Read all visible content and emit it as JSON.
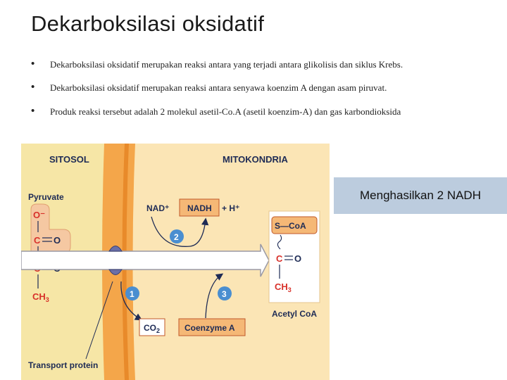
{
  "slide": {
    "title": "Dekarboksilasi oksidatif",
    "bullets": [
      "Dekarboksilasi oksidatif merupakan reaksi antara yang terjadi antara glikolisis dan siklus Krebs.",
      "Dekarboksilasi oksidatif merupakan reaksi antara senyawa koenzim A dengan asam piruvat.",
      "Produk reaksi tersebut adalah 2 molekul asetil-Co.A (asetil koenzim-A) dan gas karbondioksida"
    ],
    "bullet_marker": "•"
  },
  "diagram": {
    "sitosol": "SITOSOL",
    "mitokondria": "MITOKONDRIA",
    "pyruvate": "Pyruvate",
    "pyr_o_minus": "O⁻",
    "pyr_c1": "C",
    "pyr_o1": "O",
    "pyr_c2": "C",
    "pyr_o2": "O",
    "pyr_ch3": "CH",
    "pyr_ch3_sub": "3",
    "nad_plus": "NAD⁺",
    "nadh": "NADH",
    "h_plus": "+ H⁺",
    "step1": "1",
    "step2": "2",
    "step3": "3",
    "co2": "CO",
    "co2_sub": "2",
    "coenzyme_a": "Coenzyme A",
    "s_coa": "S—CoA",
    "acetyl_c": "C",
    "acetyl_o": "O",
    "acetyl_ch3": "CH",
    "acetyl_ch3_sub": "3",
    "acetyl_coa": "Acetyl CoA",
    "transport_protein": "Transport protein",
    "colors": {
      "cytosol": "#f6e6a6",
      "outer_membrane": "#f4a64a",
      "membrane_edge": "#e88a2a",
      "matrix": "#fbe5b5",
      "arrow_fill": "#ffffff",
      "arrow_stroke": "#9a9aa6",
      "circle": "#4a8ed0",
      "red_text": "#d8312a",
      "box_fill": "#f5b876",
      "box_stroke": "#c0582a",
      "dark_text": "#1e2b55"
    }
  },
  "callout": {
    "text": "Menghasilkan 2 NADH"
  }
}
